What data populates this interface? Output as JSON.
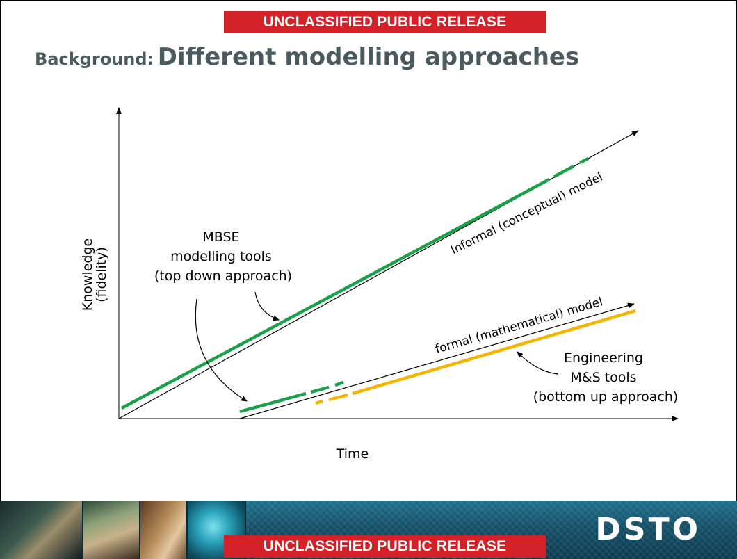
{
  "banner": {
    "classification": "UNCLASSIFIED PUBLIC RELEASE"
  },
  "title": {
    "prefix": "Background:",
    "main": "Different modelling approaches"
  },
  "diagram": {
    "y_axis_label_line1": "Knowledge",
    "y_axis_label_line2": "(fidelity)",
    "x_axis_label": "Time",
    "informal_model_label": "Informal (conceptual) model",
    "formal_model_label": "formal (mathematical) model",
    "mbse_label_lines": [
      "MBSE",
      "modelling tools",
      "(top down approach)"
    ],
    "engineering_label_lines": [
      "Engineering",
      "M&S tools",
      "(bottom up approach)"
    ],
    "colors": {
      "mbse_green": "#1aa049",
      "engineering_yellow": "#f4b400",
      "axis": "#000000"
    }
  },
  "footer": {
    "logo": "DSTO"
  }
}
